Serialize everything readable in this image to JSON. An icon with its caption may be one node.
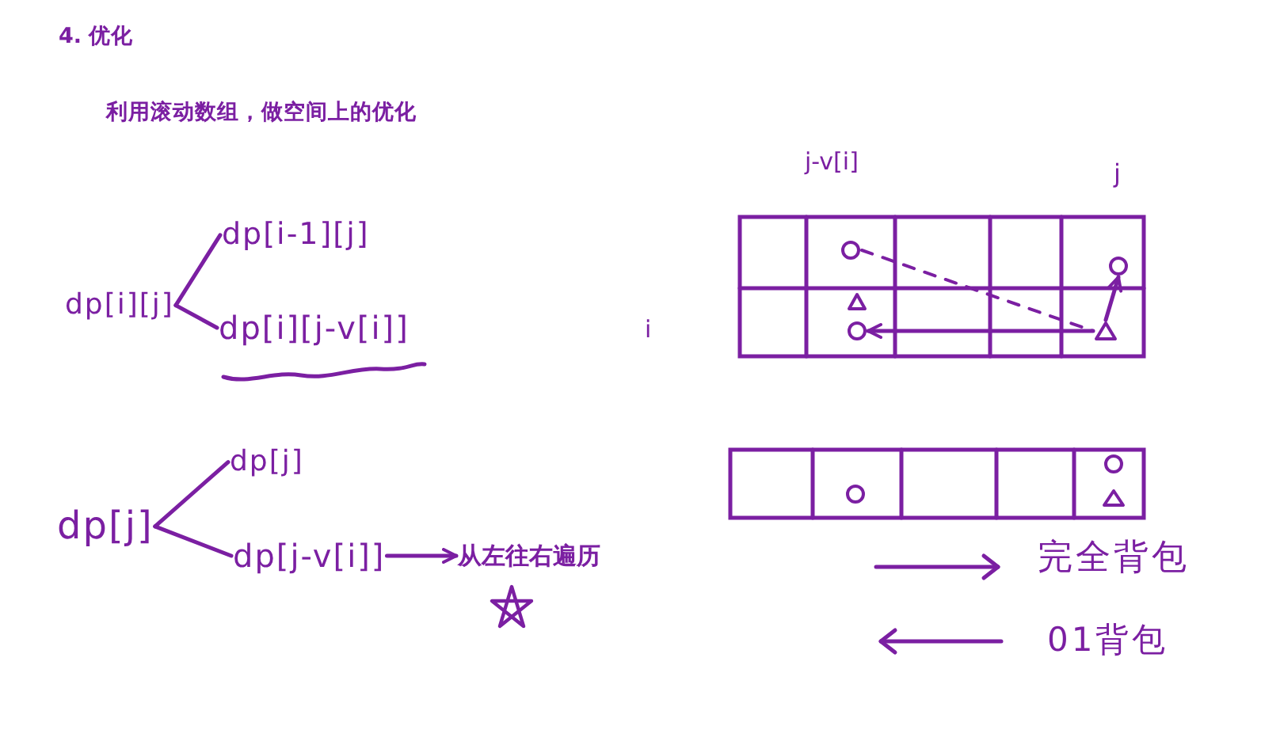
{
  "diagram": {
    "title": "4. 优化",
    "nodes": [
      {
        "text": [
          "dp[i][j]"
        ]
      },
      {
        "text": [
          "dp[i-1][j]"
        ]
      },
      {
        "text": [
          "dp[i][j-v[i]]"
        ]
      },
      {
        "text": [
          "dp[j]"
        ]
      },
      {
        "text": [
          "dp[j]"
        ]
      },
      {
        "text": [
          "dp[j-v[i]]"
        ]
      },
      {
        "text": [
          "从左往右遍历"
        ]
      },
      {
        "text": [],
        "shape": "circle"
      },
      {
        "text": [],
        "shape": "circle"
      },
      {
        "text": [],
        "shape": "triangle"
      },
      {
        "text": [],
        "shape": "circle"
      },
      {
        "text": [],
        "shape": "triangle"
      },
      {
        "text": [],
        "shape": "circle"
      },
      {
        "text": [],
        "shape": "circle"
      },
      {
        "text": [],
        "shape": "triangle"
      }
    ],
    "edges": [
      {
        "from": 0,
        "to": 1,
        "arrow": "none"
      },
      {
        "from": 0,
        "to": 2,
        "arrow": "none"
      },
      {
        "from": 3,
        "to": 4,
        "arrow": "none"
      },
      {
        "from": 3,
        "to": 5,
        "arrow": "none"
      },
      {
        "from": 5,
        "to": 6,
        "arrow": "to"
      },
      {
        "from": 11,
        "to": 8,
        "arrow": "to"
      },
      {
        "from": 11,
        "to": 10,
        "arrow": "to"
      },
      {
        "from": 7,
        "to": 11,
        "arrow": "none",
        "style": "dashed"
      }
    ],
    "labels": [
      "利用滚动数组，做空间上的优化",
      "j-v[i]",
      "j",
      "i",
      "完全背包",
      "01背包"
    ]
  }
}
